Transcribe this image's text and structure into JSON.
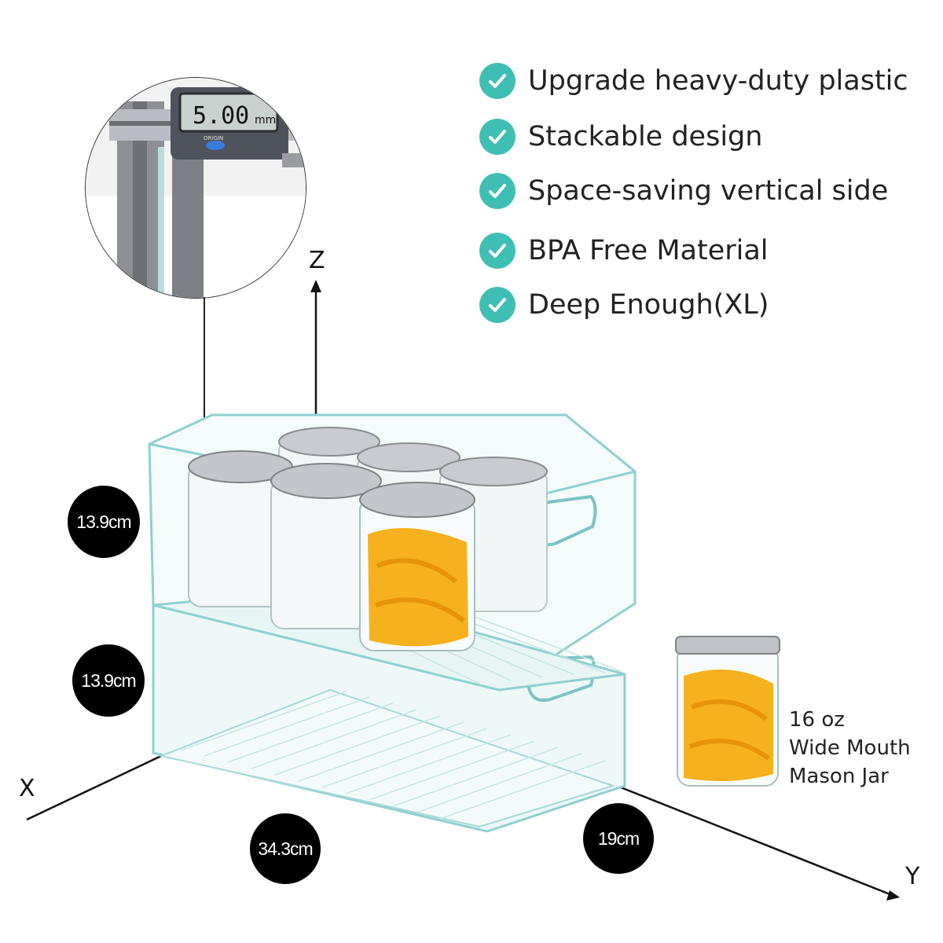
{
  "features": [
    {
      "label": "Upgrade heavy-duty plastic"
    },
    {
      "label": "Stackable design"
    },
    {
      "label": "Space-saving vertical side"
    },
    {
      "label": "BPA Free Material"
    },
    {
      "label": "Deep Enough(XL)"
    }
  ],
  "caliper": {
    "reading": "5.00",
    "unit": "mm",
    "button": "ORIGIN"
  },
  "dimensions": {
    "top_height": "13.9cm",
    "bottom_height": "13.9cm",
    "length": "34.3cm",
    "width": "19cm"
  },
  "axes": {
    "x": "X",
    "y": "Y",
    "z": "Z"
  },
  "jar": {
    "line1": "16 oz",
    "line2": "Wide Mouth",
    "line3": "Mason Jar"
  },
  "colors": {
    "accent": "#3fbfb4",
    "badge": "#000000",
    "bin_edge": "#8fd0d0",
    "fruit": "#f5b21e"
  }
}
